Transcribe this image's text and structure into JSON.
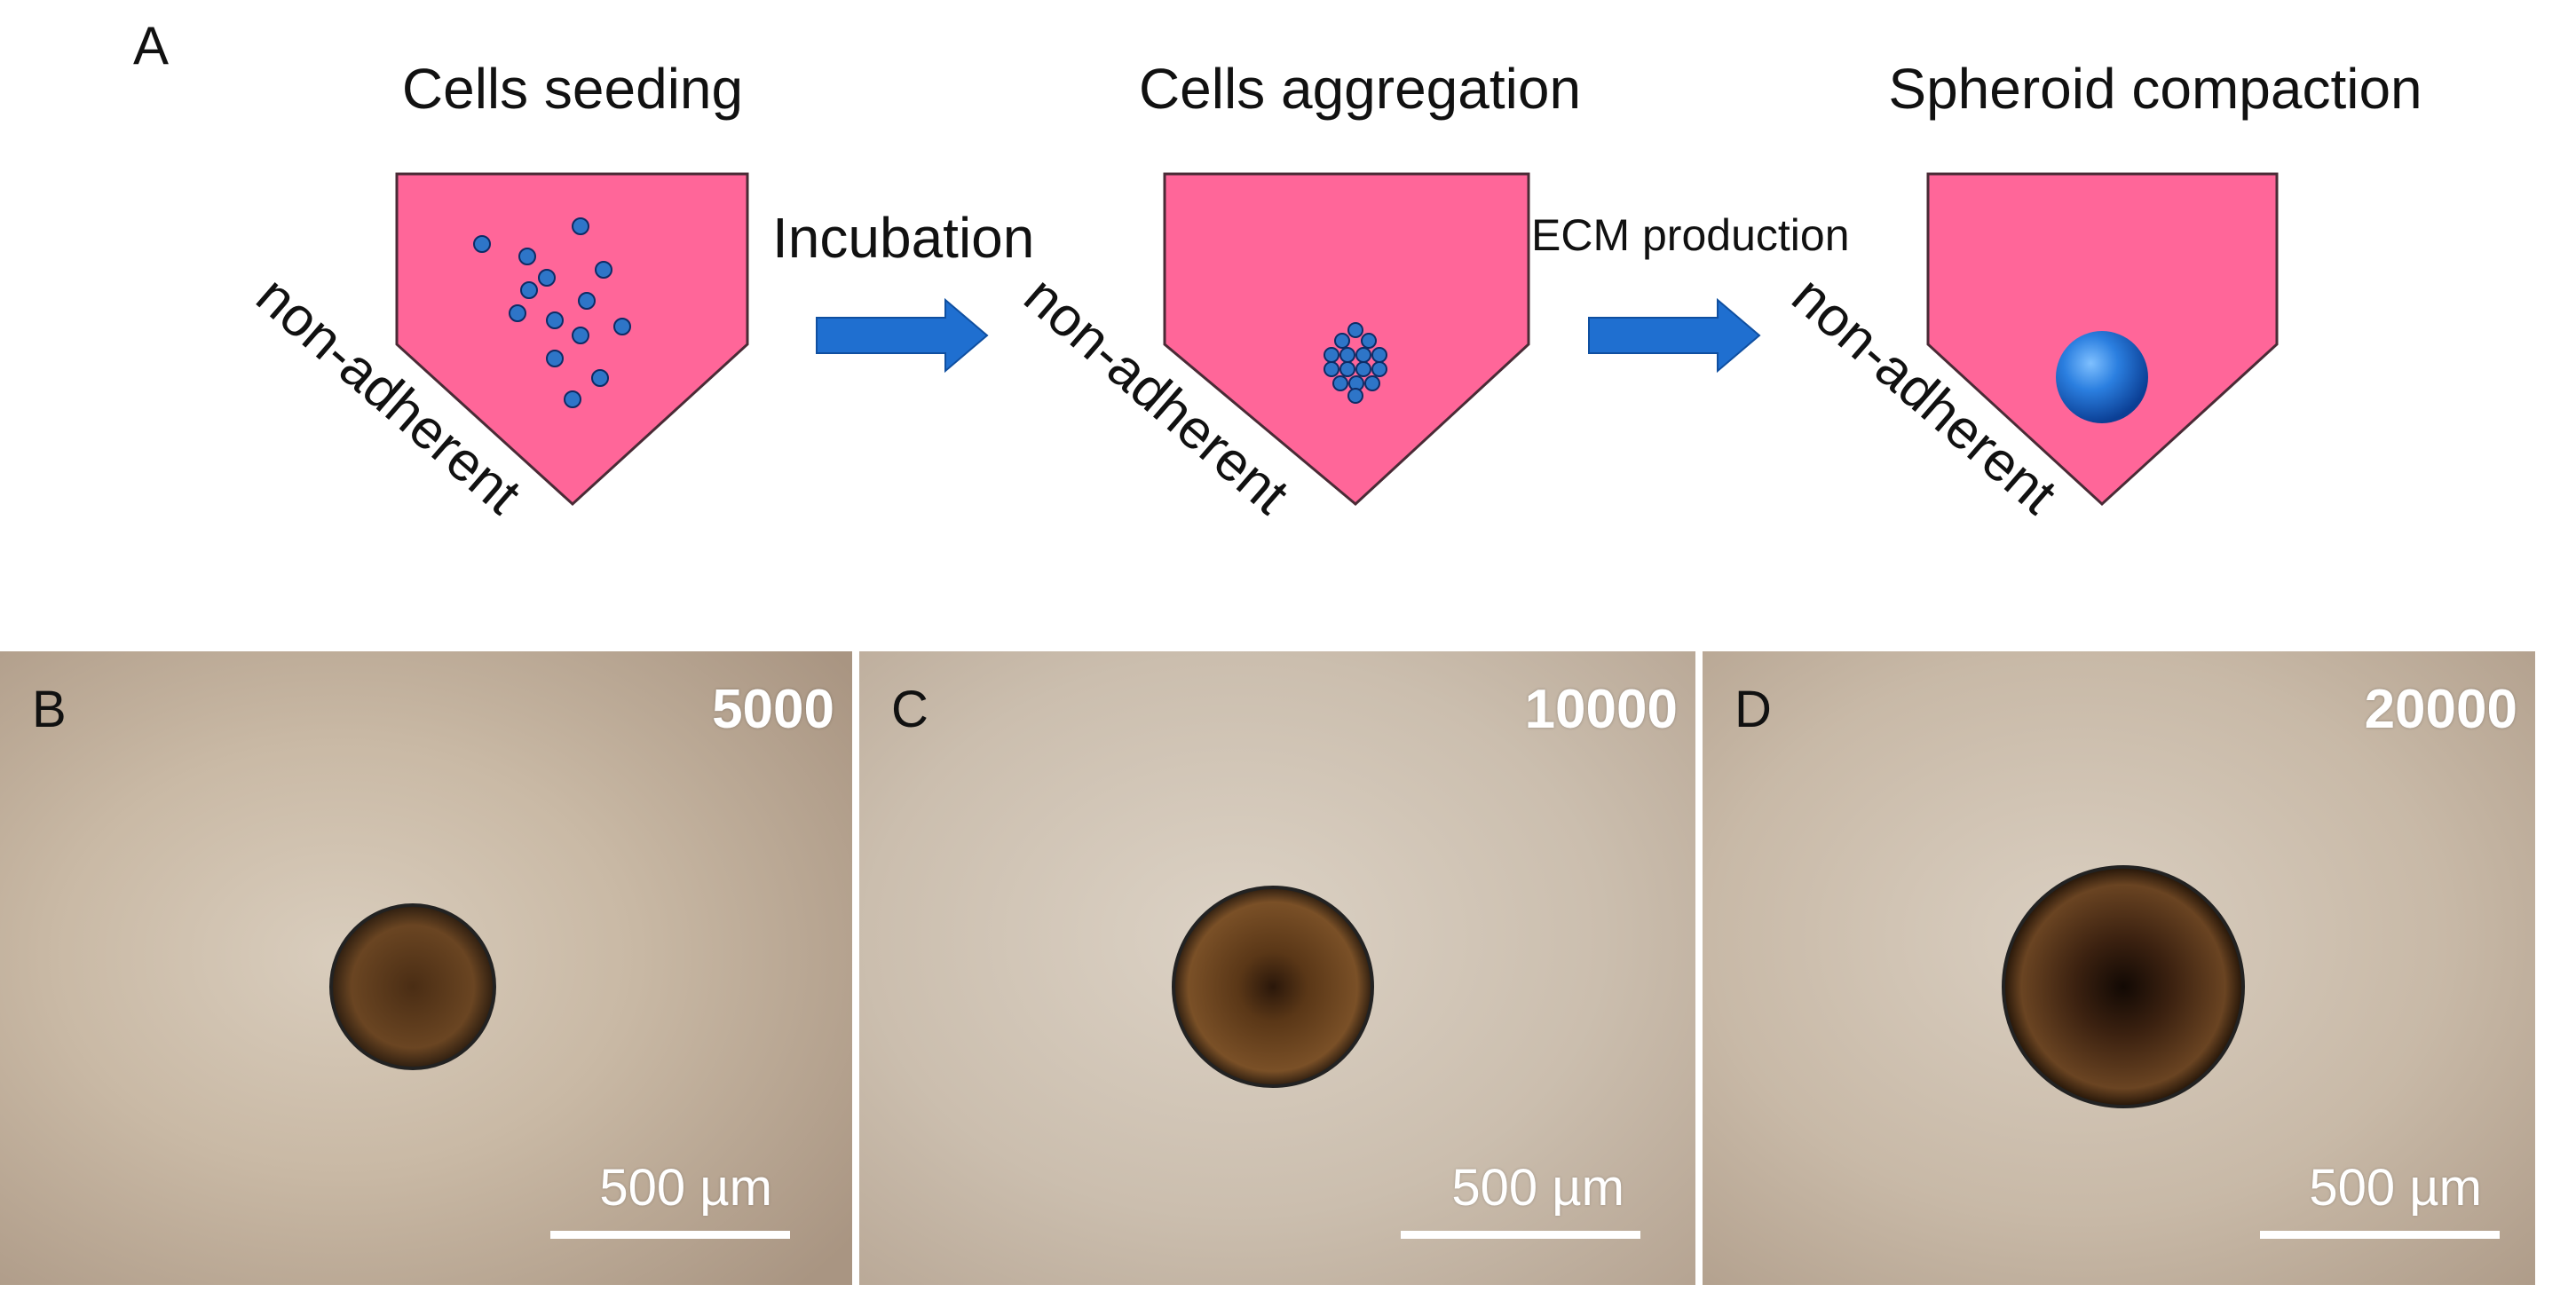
{
  "figure": {
    "panel_a_label": "A",
    "stages": [
      {
        "title": "Cells seeding",
        "surface_label": "non-adherent"
      },
      {
        "title": "Cells aggregation",
        "surface_label": "non-adherent"
      },
      {
        "title": "Spheroid compaction",
        "surface_label": "non-adherent"
      }
    ],
    "arrows": [
      {
        "label": "Incubation"
      },
      {
        "label": "ECM production"
      }
    ],
    "micrographs": [
      {
        "letter": "B",
        "count": "5000",
        "scale": "500 µm"
      },
      {
        "letter": "C",
        "count": "10000",
        "scale": "500 µm"
      },
      {
        "letter": "D",
        "count": "20000",
        "scale": "500 µm"
      }
    ]
  },
  "colors": {
    "well_fill": "#ff6699",
    "well_stroke": "#4a2b36",
    "cell": "#2e75c8",
    "arrow": "#1f6fd0",
    "background_micrograph": "#c6b5a1",
    "spheroid": "#5a3a1c"
  }
}
